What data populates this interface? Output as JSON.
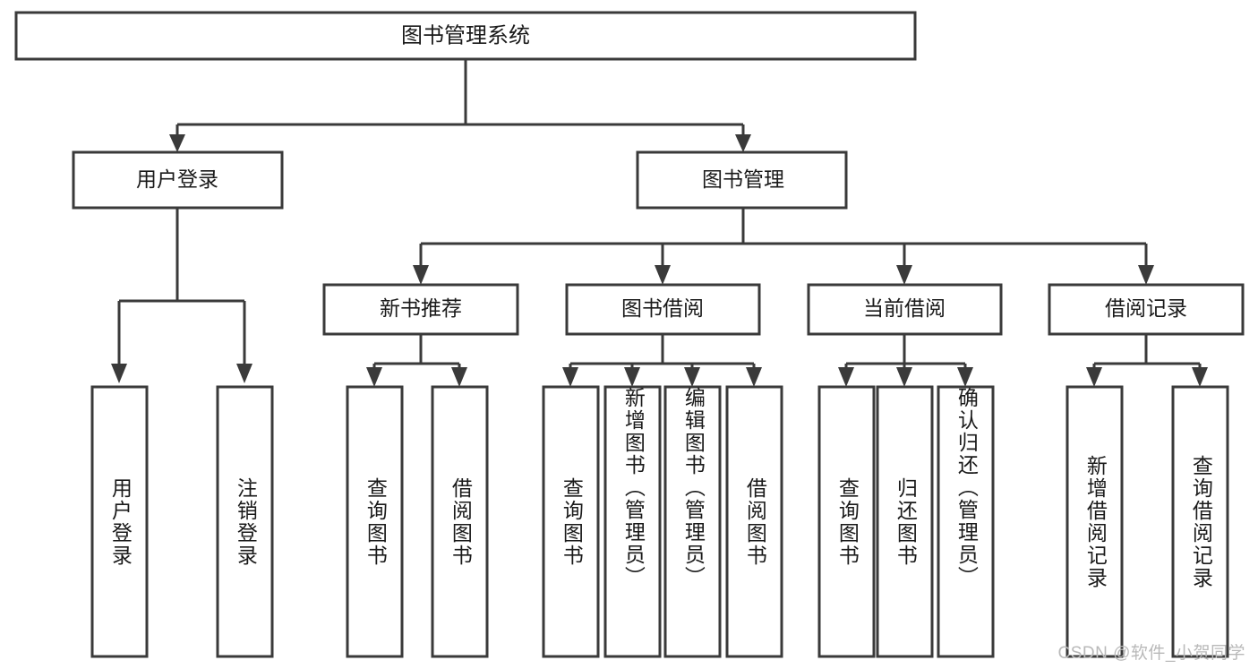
{
  "diagram": {
    "type": "tree-hierarchy",
    "title": "图书管理系统",
    "watermark": "CSDN @软件_小贺同学",
    "colors": {
      "stroke": "#3a3a3a",
      "box_fill": "#ffffff",
      "text": "#1a1a1a",
      "background": "#ffffff",
      "watermark": "#b9b9b9"
    },
    "levels": {
      "root": {
        "label": "图书管理系统"
      },
      "modules": [
        {
          "label": "用户登录"
        },
        {
          "label": "图书管理"
        }
      ],
      "submodules": [
        {
          "label": "新书推荐"
        },
        {
          "label": "图书借阅"
        },
        {
          "label": "当前借阅"
        },
        {
          "label": "借阅记录"
        }
      ],
      "leaves": [
        {
          "label": "用户登录",
          "parent": "用户登录"
        },
        {
          "label": "注销登录",
          "parent": "用户登录"
        },
        {
          "label": "查询图书",
          "parent": "新书推荐"
        },
        {
          "label": "借阅图书",
          "parent": "新书推荐"
        },
        {
          "label": "查询图书",
          "parent": "图书借阅"
        },
        {
          "label": "新增图书（管理员）",
          "parent": "图书借阅"
        },
        {
          "label": "编辑图书（管理员）",
          "parent": "图书借阅"
        },
        {
          "label": "借阅图书",
          "parent": "图书借阅"
        },
        {
          "label": "查询图书",
          "parent": "当前借阅"
        },
        {
          "label": "归还图书",
          "parent": "当前借阅"
        },
        {
          "label": "确认归还（管理员）",
          "parent": "当前借阅"
        },
        {
          "label": "新增借阅记录",
          "parent": "借阅记录"
        },
        {
          "label": "查询借阅记录",
          "parent": "借阅记录"
        }
      ]
    }
  }
}
